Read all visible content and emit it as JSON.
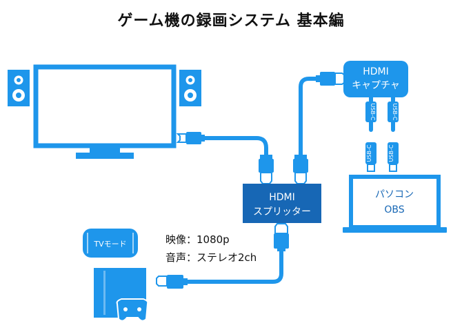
{
  "title": "ゲーム機の録画システム 基本編",
  "colors": {
    "accent": "#1E96EB",
    "dark_box": "#1767B5",
    "cable": "#1E96EB"
  },
  "capture": {
    "line1": "HDMI",
    "line2": "キャプチャ"
  },
  "splitter": {
    "line1": "HDMI",
    "line2": "スプリッター"
  },
  "pc": {
    "line1": "パソコン",
    "line2": "OBS"
  },
  "console_badge": {
    "label": "TVモード"
  },
  "notes": {
    "video": "映像：1080p",
    "audio": "音声：ステレオ2ch"
  },
  "usb_labels": {
    "left": "USB-C",
    "right": "USB-C"
  },
  "icons": [
    "monitor-icon",
    "speaker-icon",
    "hdmi-plug-icon",
    "usb-plug-icon",
    "laptop-icon",
    "console-icon",
    "gamepad-icon",
    "handheld-console-icon"
  ]
}
